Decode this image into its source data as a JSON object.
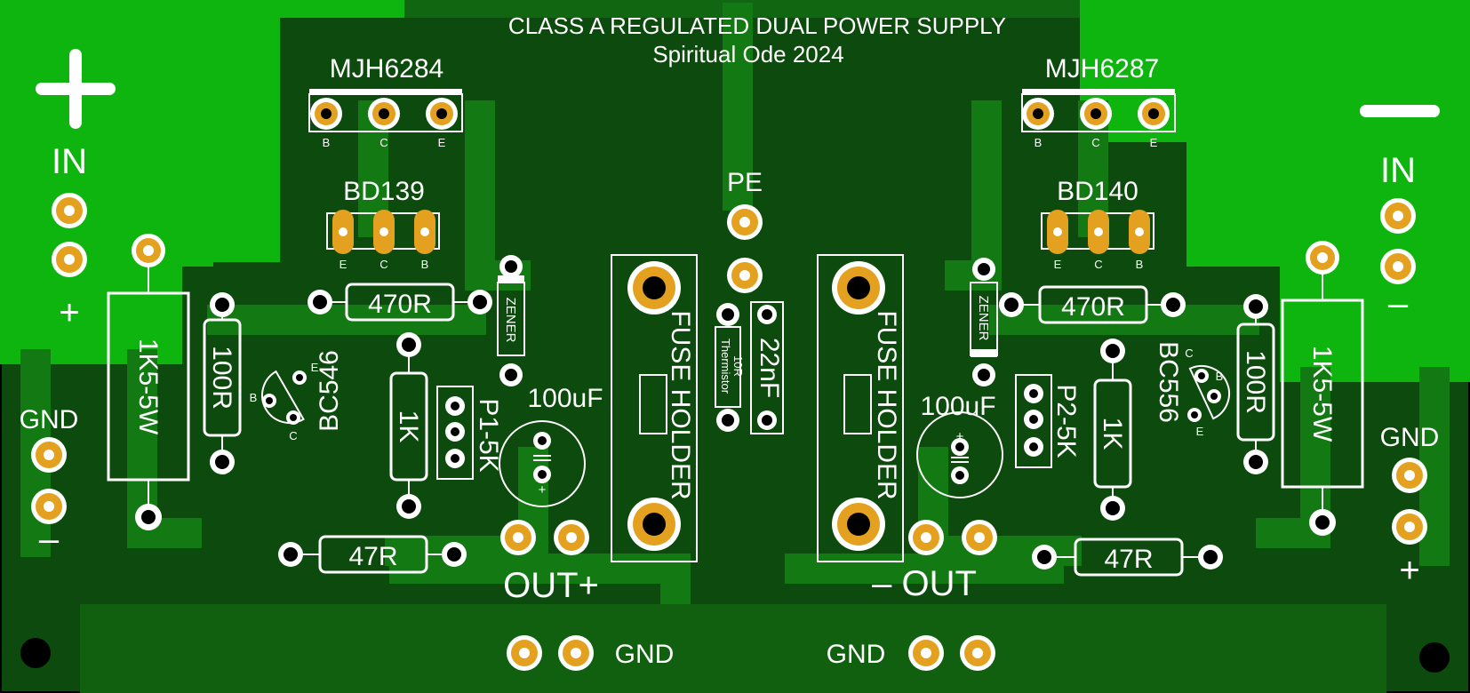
{
  "board": {
    "title": "CLASS A REGULATED DUAL POWER SUPPLY",
    "subtitle": "Spiritual Ode 2024",
    "colors": {
      "substrate": "#0d4a0d",
      "copper_pour": "#0fb50f",
      "trace": "#137a13",
      "pad": "#e3a11f",
      "silkscreen": "#ffffff"
    }
  },
  "labels": {
    "mjh_left": "MJH6284",
    "mjh_right": "MJH6287",
    "bd_left": "BD139",
    "bd_right": "BD140",
    "pe": "PE",
    "in_left": "IN",
    "in_right": "IN",
    "plus_left": "+",
    "minus_left": "–",
    "minus_right": "–",
    "plus_right": "+",
    "gnd_left": "GND",
    "gnd_right": "GND",
    "out_plus": "OUT+",
    "out_minus": "– OUT",
    "gnd_bottom_left": "GND",
    "gnd_bottom_right": "GND",
    "r470_left": "470R",
    "r470_right": "470R",
    "r1k5_left": "1K5-5W",
    "r1k5_right": "1K5-5W",
    "r100_left": "100R",
    "r100_right": "100R",
    "bc_left": "BC546",
    "bc_right": "BC556",
    "r1k_left": "1K",
    "r1k_right": "1K",
    "p1": "P1-5K",
    "p2": "P2-5K",
    "cap_left": "100uF",
    "cap_right": "100uF",
    "zener_left": "ZENER",
    "zener_right": "ZENER",
    "fuse_left": "FUSE HOLDER",
    "fuse_right": "FUSE HOLDER",
    "thermistor": "Thermistor",
    "thermistor_val": "10R",
    "cap_22n": "22nF",
    "r47_left": "47R",
    "r47_right": "47R",
    "pins_mjh": [
      "B",
      "C",
      "E"
    ],
    "pins_bd139": [
      "E",
      "C",
      "B"
    ],
    "pins_bd140": [
      "E",
      "C",
      "B"
    ],
    "pins_bc546": [
      "B",
      "C",
      "E"
    ],
    "pins_bc556": [
      "C",
      "B",
      "E"
    ],
    "cap_polarity": "+"
  }
}
